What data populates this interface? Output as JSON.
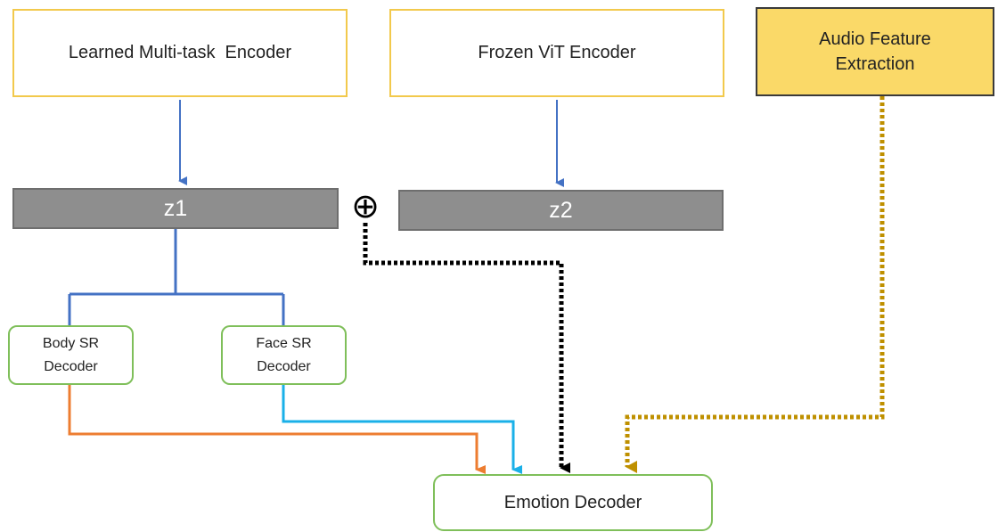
{
  "nodes": {
    "learned_encoder": {
      "label": "Learned Multi-task  Encoder"
    },
    "frozen_encoder": {
      "label": "Frozen ViT Encoder"
    },
    "audio_extraction": {
      "line1": "Audio Feature",
      "line2": "Extraction"
    },
    "z1": {
      "label": "z1"
    },
    "z2": {
      "label": "z2"
    },
    "body_decoder": {
      "line1": "Body SR",
      "line2": "Decoder"
    },
    "face_decoder": {
      "line1": "Face SR",
      "line2": "Decoder"
    },
    "emotion_decoder": {
      "label": "Emotion Decoder"
    }
  },
  "concat_symbol": "⊕",
  "colors": {
    "encoder_border": "#f2c94c",
    "audio_fill": "#fad968",
    "latent_fill": "#8e8e8e",
    "decoder_border": "#7fbf5a",
    "blue_arrow": "#4472c4",
    "orange_arrow": "#ed7d31",
    "cyan_arrow": "#1ab0e8",
    "audio_dotted": "#bf9000",
    "concat_dotted": "#000000"
  }
}
